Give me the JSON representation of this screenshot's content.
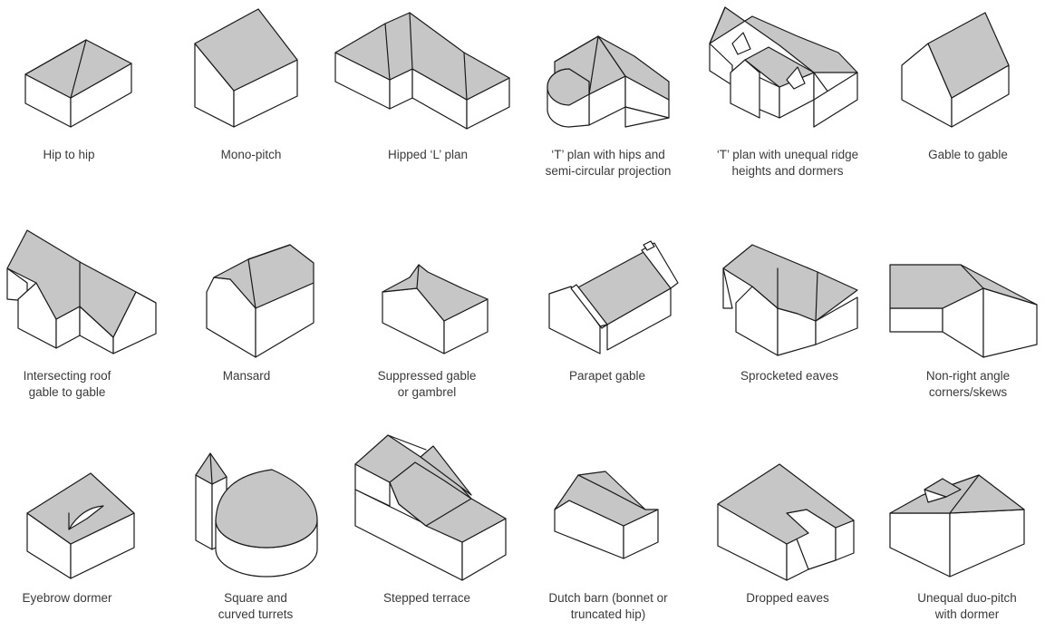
{
  "colors": {
    "roof": "#c6c6c6",
    "wall": "#ffffff",
    "outline": "#1a1a1a",
    "text": "#3a3a3a"
  },
  "roof_types": [
    {
      "label": "Hip to hip"
    },
    {
      "label": "Mono-pitch"
    },
    {
      "label": "Hipped ‘L’ plan"
    },
    {
      "label": "‘T’ plan with hips and\nsemi-circular projection"
    },
    {
      "label": "‘T’ plan with unequal ridge\nheights and dormers"
    },
    {
      "label": "Gable to gable"
    },
    {
      "label": "Intersecting roof\ngable to gable"
    },
    {
      "label": "Mansard"
    },
    {
      "label": "Suppressed gable\nor gambrel"
    },
    {
      "label": "Parapet gable"
    },
    {
      "label": "Sprocketed eaves"
    },
    {
      "label": "Non-right angle\ncorners/skews"
    },
    {
      "label": "Eyebrow dormer"
    },
    {
      "label": "Square and\ncurved turrets"
    },
    {
      "label": "Stepped terrace"
    },
    {
      "label": "Dutch barn (bonnet or\ntruncated hip)"
    },
    {
      "label": "Dropped eaves"
    },
    {
      "label": "Unequal duo-pitch\nwith dormer"
    }
  ]
}
